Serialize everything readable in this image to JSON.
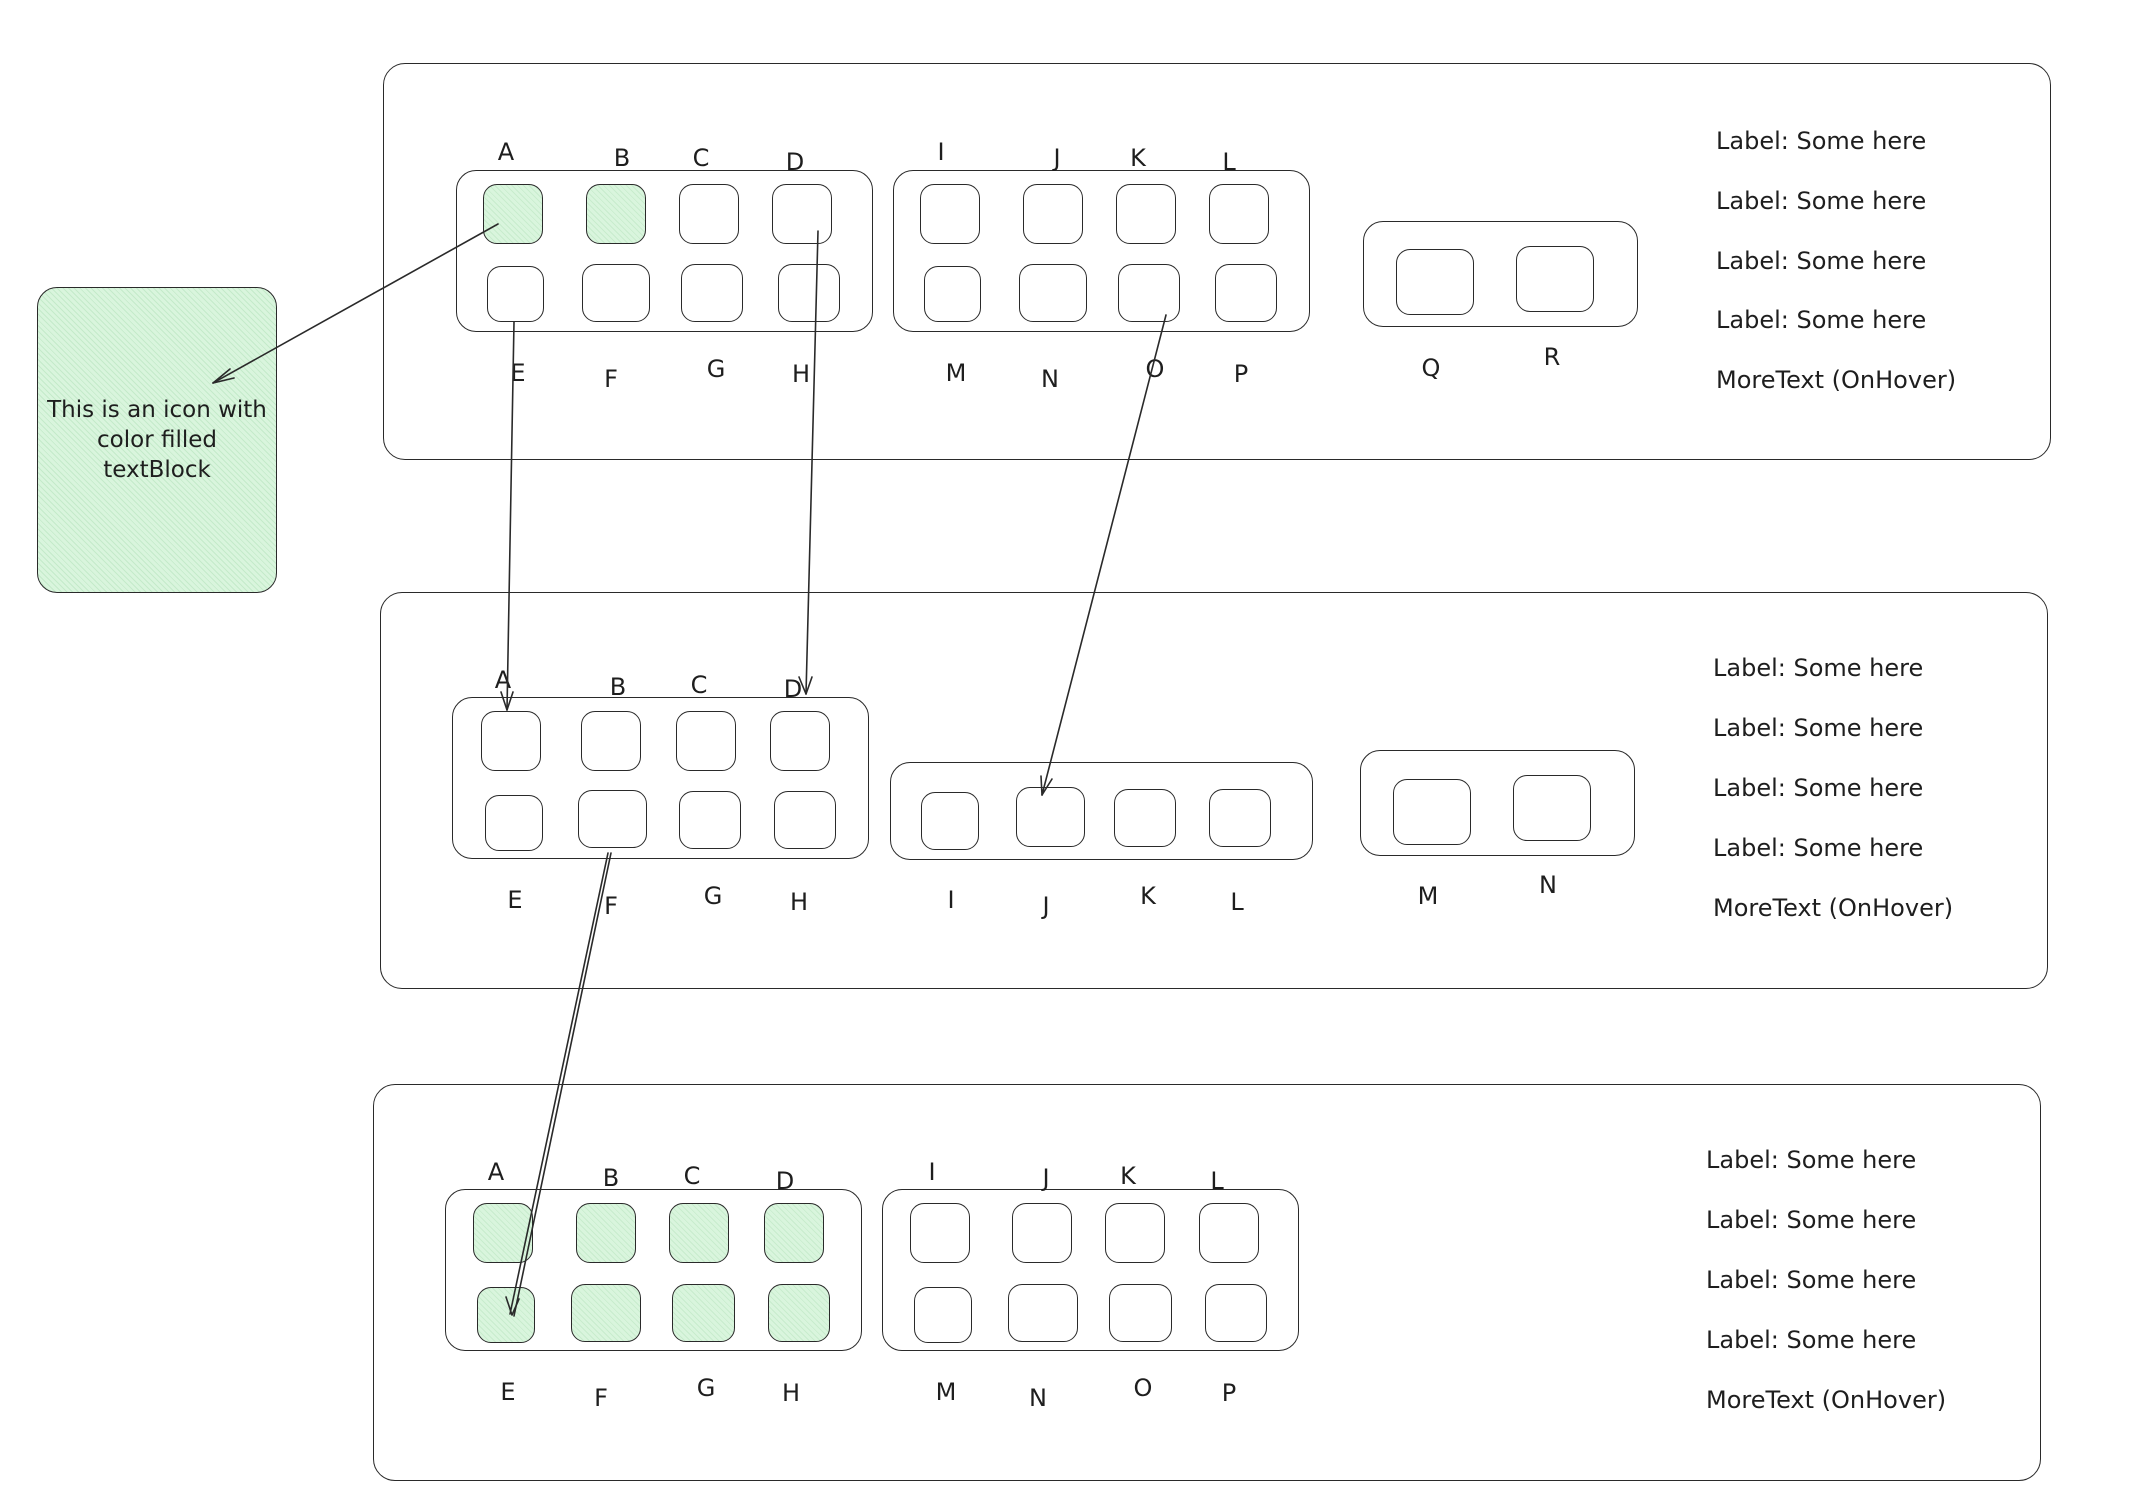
{
  "note": {
    "text": "This is an icon with color filled textBlock",
    "fill": "#d9f5dd"
  },
  "panels": [
    {
      "groups": [
        {
          "top": [
            "A",
            "B",
            "C",
            "D"
          ],
          "bottom": [
            "E",
            "F",
            "G",
            "H"
          ],
          "filled_top": [
            true,
            true,
            false,
            false
          ],
          "filled_bottom": [
            false,
            false,
            false,
            false
          ]
        },
        {
          "top": [
            "I",
            "J",
            "K",
            "L"
          ],
          "bottom": [
            "M",
            "N",
            "O",
            "P"
          ],
          "filled_top": [
            false,
            false,
            false,
            false
          ],
          "filled_bottom": [
            false,
            false,
            false,
            false
          ]
        },
        {
          "top": [],
          "bottom": [
            "Q",
            "R"
          ],
          "filled_top": [],
          "filled_bottom": [
            false,
            false
          ]
        }
      ],
      "info": [
        "Label: Some here",
        "Label: Some here",
        "Label: Some here",
        "Label: Some here",
        "MoreText (OnHover)"
      ]
    },
    {
      "groups": [
        {
          "top": [
            "A",
            "B",
            "C",
            "D"
          ],
          "bottom": [
            "E",
            "F",
            "G",
            "H"
          ],
          "filled_top": [
            false,
            false,
            false,
            false
          ],
          "filled_bottom": [
            false,
            false,
            false,
            false
          ]
        },
        {
          "top": [],
          "bottom": [
            "I",
            "J",
            "K",
            "L"
          ],
          "filled_top": [],
          "filled_bottom": [
            false,
            false,
            false,
            false
          ]
        },
        {
          "top": [],
          "bottom": [
            "M",
            "N"
          ],
          "filled_top": [],
          "filled_bottom": [
            false,
            false
          ]
        }
      ],
      "info": [
        "Label: Some here",
        "Label: Some here",
        "Label: Some here",
        "Label: Some here",
        "MoreText (OnHover)"
      ]
    },
    {
      "groups": [
        {
          "top": [
            "A",
            "B",
            "C",
            "D"
          ],
          "bottom": [
            "E",
            "F",
            "G",
            "H"
          ],
          "filled_top": [
            true,
            true,
            true,
            true
          ],
          "filled_bottom": [
            true,
            true,
            true,
            true
          ]
        },
        {
          "top": [
            "I",
            "J",
            "K",
            "L"
          ],
          "bottom": [
            "M",
            "N",
            "O",
            "P"
          ],
          "filled_top": [
            false,
            false,
            false,
            false
          ],
          "filled_bottom": [
            false,
            false,
            false,
            false
          ]
        }
      ],
      "info": [
        "Label: Some here",
        "Label: Some here",
        "Label: Some here",
        "Label: Some here",
        "MoreText (OnHover)"
      ]
    }
  ],
  "arrows": [
    {
      "from": "panel-1 A",
      "to": "note"
    },
    {
      "from": "panel-1 E",
      "to": "panel-2 A"
    },
    {
      "from": "panel-1 D",
      "to": "panel-2 D"
    },
    {
      "from": "panel-1 O",
      "to": "panel-2 J"
    },
    {
      "from": "panel-2 F",
      "to": "panel-3 E"
    }
  ]
}
